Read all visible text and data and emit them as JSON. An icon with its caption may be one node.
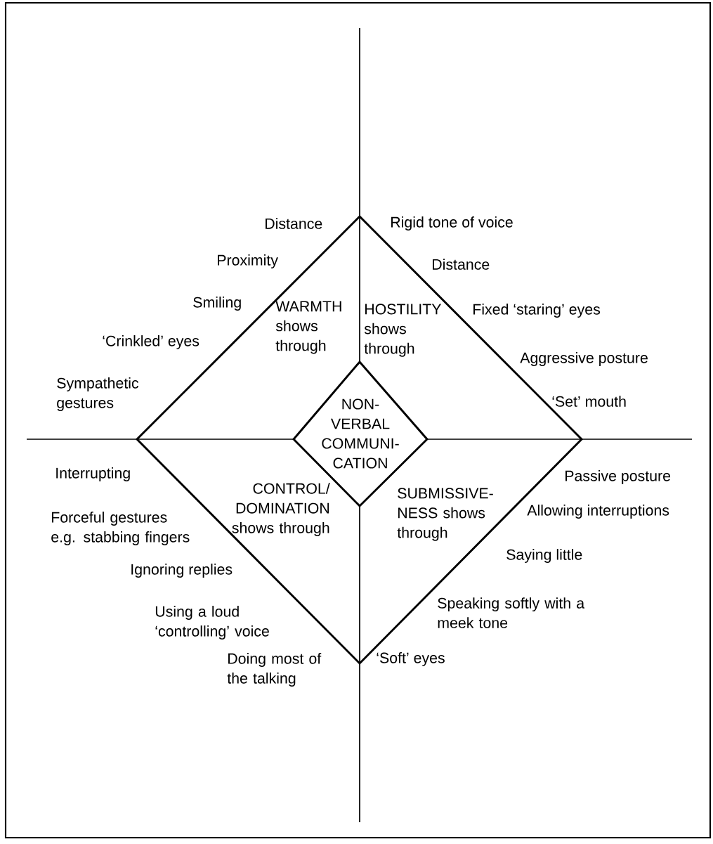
{
  "diagram": {
    "nodes": [
      {
        "text": [
          "NON- VERBAL COMMUNI- CATION"
        ]
      }
    ],
    "labels": [
      "Distance",
      "Rigid tone of voice",
      "Proximity",
      "Distance",
      "Smiling",
      "WARMTH shows through",
      "HOSTILITY shows through",
      "Fixed ‘staring’ eyes",
      "‘Crinkled’ eyes",
      "Aggressive posture",
      "Sympathetic gestures",
      "‘Set’ mouth",
      "Interrupting",
      "CONTROL/ DOMINATION shows through",
      "SUBMISSIVE- NESS shows through",
      "Passive posture",
      "Allowing interruptions",
      "Forceful gestures e.g. stabbing fingers",
      "Saying little",
      "Ignoring replies",
      "Using a loud ‘controlling’ voice",
      "Speaking softly with a meek tone",
      "Doing most of the talking",
      "‘Soft’ eyes"
    ]
  }
}
